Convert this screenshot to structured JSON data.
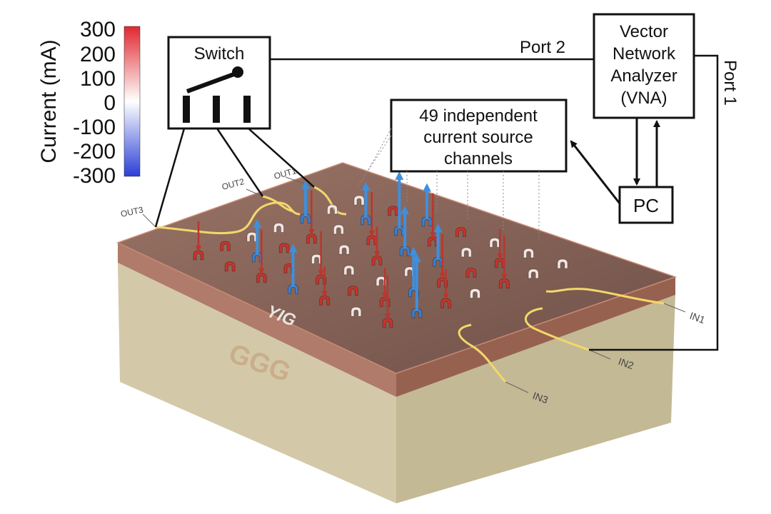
{
  "colorbar": {
    "title": "Current (mA)",
    "ticks": [
      "300",
      "200",
      "100",
      "0",
      "-100",
      "-200",
      "-300"
    ],
    "colors": {
      "max": "#e0282f",
      "mid": "#ffffff",
      "min": "#2a3fd6"
    }
  },
  "switch": {
    "label": "Switch"
  },
  "vna": {
    "lines": [
      "Vector",
      "Network",
      "Analyzer",
      "(VNA)"
    ]
  },
  "ports": {
    "port1": "Port 1",
    "port2": "Port 2"
  },
  "channels": {
    "lines": [
      "49 independent",
      "current source",
      "channels"
    ]
  },
  "pc": {
    "label": "PC"
  },
  "layers": {
    "film": "YIG",
    "substrate": "GGG"
  },
  "ports_on_chip": {
    "outputs": [
      "OUT1",
      "OUT2",
      "OUT3"
    ],
    "inputs": [
      "IN1",
      "IN2",
      "IN3"
    ]
  },
  "colors": {
    "film": "#8a6559",
    "film_edge": "#b97c66",
    "substrate_top": "#d9d0b2",
    "substrate_front": "#cfc6a5",
    "waveguide": "#f2d86a",
    "red": "#c8342c",
    "blue": "#3a7fcf",
    "light": "#f2e6e2"
  }
}
